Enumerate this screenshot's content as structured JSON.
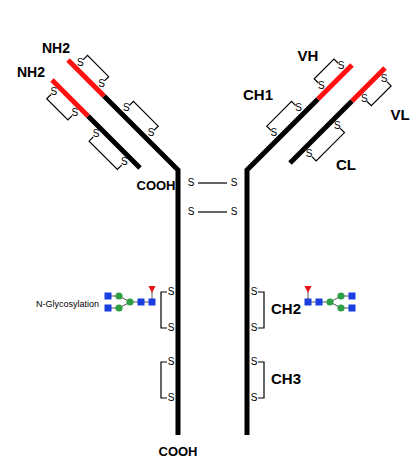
{
  "diagram": {
    "labels": [
      "NH2",
      "NH2",
      "VH",
      "VL",
      "CH1",
      "CL",
      "COOH",
      "N-Glycosylation",
      "CH2",
      "CH3",
      "COOH",
      "S",
      "S",
      "S",
      "S",
      "S",
      "S",
      "S",
      "S",
      "S",
      "S",
      "S",
      "S",
      "S",
      "S",
      "S",
      "S",
      "S",
      "S",
      "S",
      "S",
      "S",
      "S",
      "S",
      "S",
      "S",
      "S",
      "S",
      "S"
    ]
  }
}
